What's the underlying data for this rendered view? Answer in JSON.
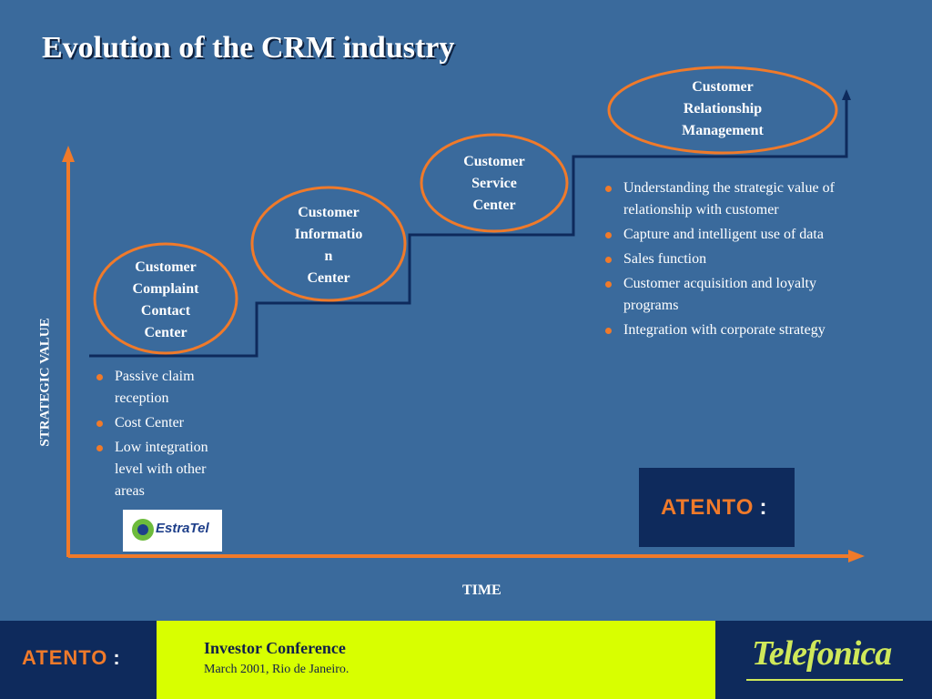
{
  "slide": {
    "title": "Evolution of  the CRM industry",
    "y_axis_label": "STRATEGIC VALUE",
    "x_axis_label": "TIME"
  },
  "stages": [
    {
      "lines": [
        "Customer",
        "Complaint",
        "Contact",
        "Center"
      ]
    },
    {
      "lines": [
        "Customer",
        "Informatio",
        "n",
        "Center"
      ]
    },
    {
      "lines": [
        "Customer",
        "Service",
        "Center"
      ]
    },
    {
      "lines": [
        "Customer",
        "Relationship",
        "Management"
      ]
    }
  ],
  "early_stage_bullets": [
    "Passive claim reception",
    "Cost Center",
    "Low integration level with other areas"
  ],
  "crm_bullets": [
    "Understanding the strategic value of   relationship with customer",
    "Capture and intelligent use of data",
    "Sales function",
    "Customer acquisition and loyalty programs",
    "Integration with corporate strategy"
  ],
  "logos": {
    "estratel": "EstraTel",
    "atento": "ATENTO",
    "telefonica": "Telefonica"
  },
  "footer": {
    "conference_title": "Investor Conference",
    "conference_date": "March 2001, Rio de Janeiro."
  },
  "colors": {
    "background": "#3a6a9c",
    "accent_orange": "#f07a2a",
    "navy": "#0e2a5c",
    "footer_lime": "#d8ff00"
  }
}
